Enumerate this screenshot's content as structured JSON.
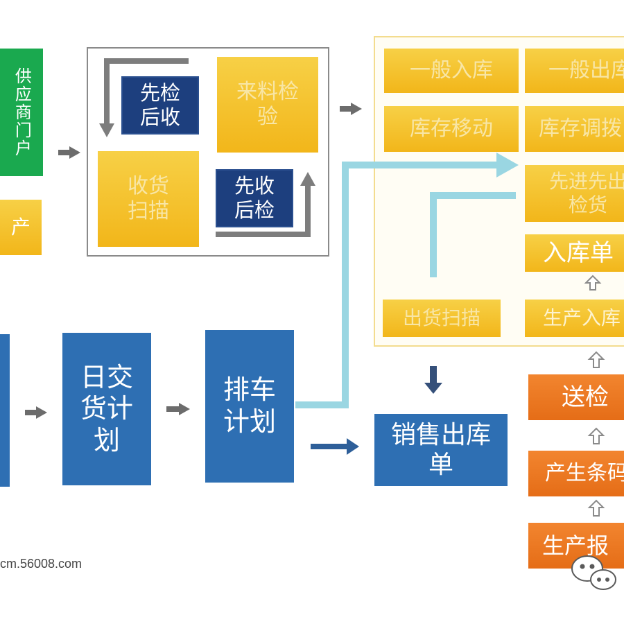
{
  "colors": {
    "green": "#1aa94f",
    "yellow": "#f2b61a",
    "navy": "#1d3f7e",
    "blue": "#2e6fb3",
    "orange": "#e56d17",
    "cyan_flow": "#9ad6e2",
    "gray_arrow": "#7d7d7d"
  },
  "supplier": {
    "portal": "供应商门户",
    "partial": "产"
  },
  "inbound": {
    "inspect_first": "先检后收",
    "material_check": "来料检验",
    "receive_scan": "收货扫描",
    "receive_first": "先收后检"
  },
  "warehouse": {
    "general_in": "一般入库",
    "general_out": "一般出库",
    "stock_move": "库存移动",
    "stock_adjust": "库存调拨",
    "fifo": "先进先出检货",
    "stock_in_order": "入库单",
    "outbound_scan": "出货扫描",
    "production_in": "生产入库"
  },
  "plan": {
    "daily_delivery": "日交货计划",
    "truck_schedule": "排车计划",
    "sales_outbound": "销售出库单"
  },
  "production": {
    "send_inspect": "送检",
    "gen_barcode": "产生条码",
    "report": "生产报"
  },
  "footer": {
    "site": "cm.56008.com"
  }
}
